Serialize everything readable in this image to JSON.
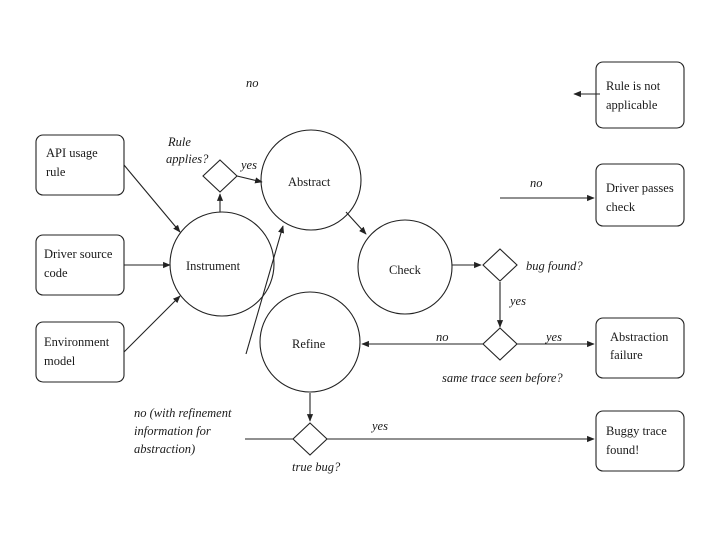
{
  "colors": {
    "stroke": "#222222",
    "text": "#1a1a1a",
    "background": "#ffffff"
  },
  "boxes": {
    "api_usage_rule": [
      "API usage",
      "rule"
    ],
    "driver_source_code": [
      "Driver source",
      "code"
    ],
    "environment_model": [
      "Environment",
      "model"
    ],
    "rule_not_applicable": [
      "Rule is not",
      "applicable"
    ],
    "driver_passes_check": [
      "Driver passes",
      "check"
    ],
    "abstraction_failure": [
      "Abstraction",
      "failure"
    ],
    "buggy_trace_found": [
      "Buggy trace",
      "found!"
    ]
  },
  "processes": {
    "instrument": "Instrument",
    "abstract": "Abstract",
    "check": "Check",
    "refine": "Refine"
  },
  "decisions": {
    "rule_applies": [
      "Rule",
      "applies?"
    ],
    "bug_found": "bug found?",
    "same_trace": "same trace seen before?",
    "true_bug": "true bug?"
  },
  "edge_labels": {
    "no_top": "no",
    "yes_rule": "yes",
    "no_passes": "no",
    "yes_bug": "yes",
    "no_refine": "no",
    "yes_abstraction": "yes",
    "yes_buggy": "yes",
    "no_refinement": [
      "no (with refinement",
      "information for",
      "abstraction)"
    ]
  }
}
